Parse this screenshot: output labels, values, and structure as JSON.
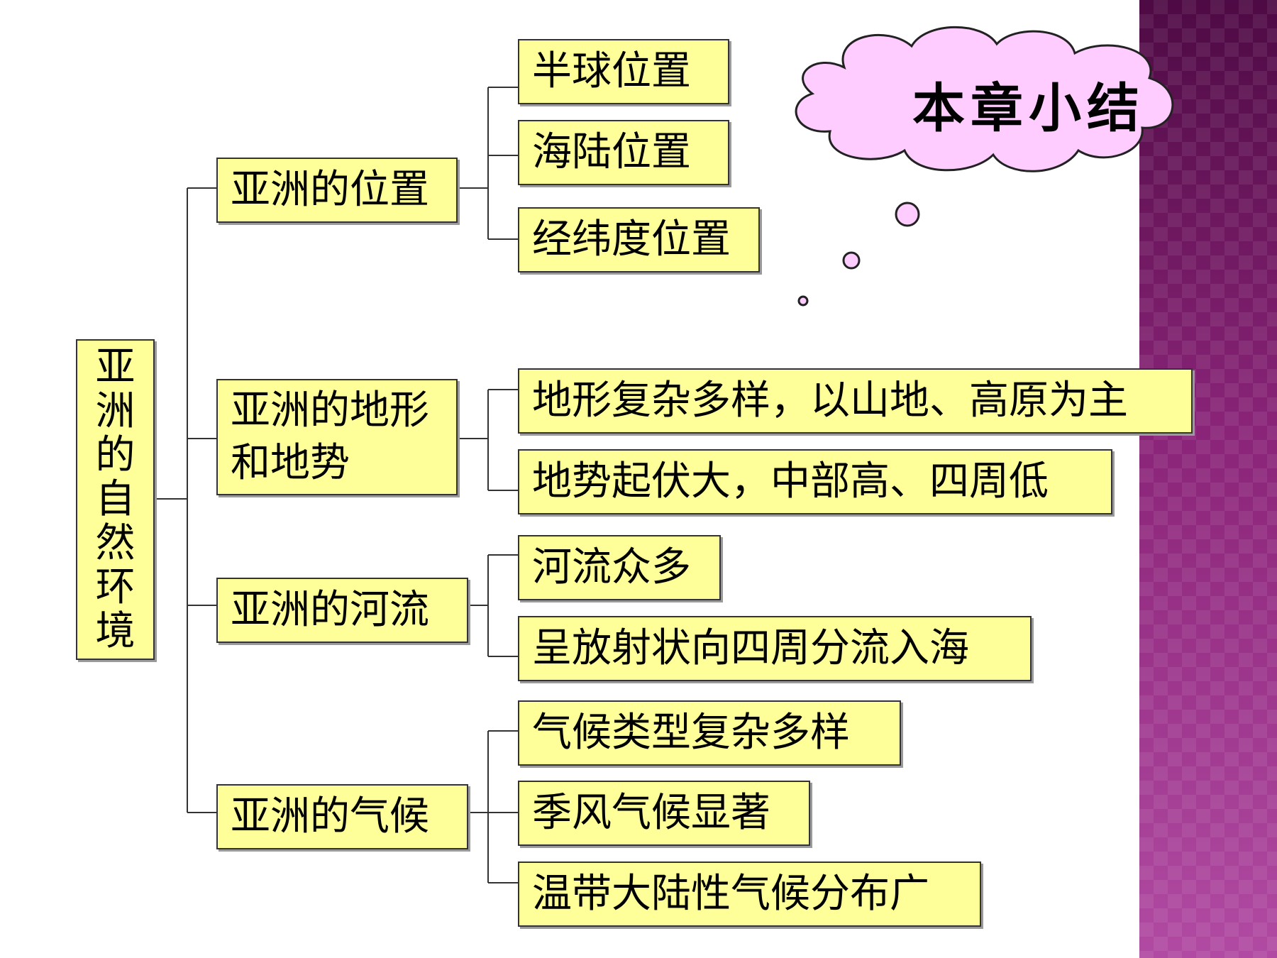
{
  "title": "本章小结",
  "root": "亚洲的自然环境",
  "branches": [
    {
      "label": "亚洲的位置",
      "items": [
        "半球位置",
        "海陆位置",
        "经纬度位置"
      ]
    },
    {
      "label": "亚洲的地形和地势",
      "items": [
        "地形复杂多样，以山地、高原为主",
        "地势起伏大，中部高、四周低"
      ]
    },
    {
      "label": "亚洲的河流",
      "items": [
        "河流众多",
        "呈放射状向四周分流入海"
      ]
    },
    {
      "label": "亚洲的气候",
      "items": [
        "气候类型复杂多样",
        "季风气候显著",
        "温带大陆性气候分布广"
      ]
    }
  ],
  "colors": {
    "box_fill": "#ffff99",
    "cloud_fill": "#ffccff",
    "sidebar": "#7a1a68"
  }
}
